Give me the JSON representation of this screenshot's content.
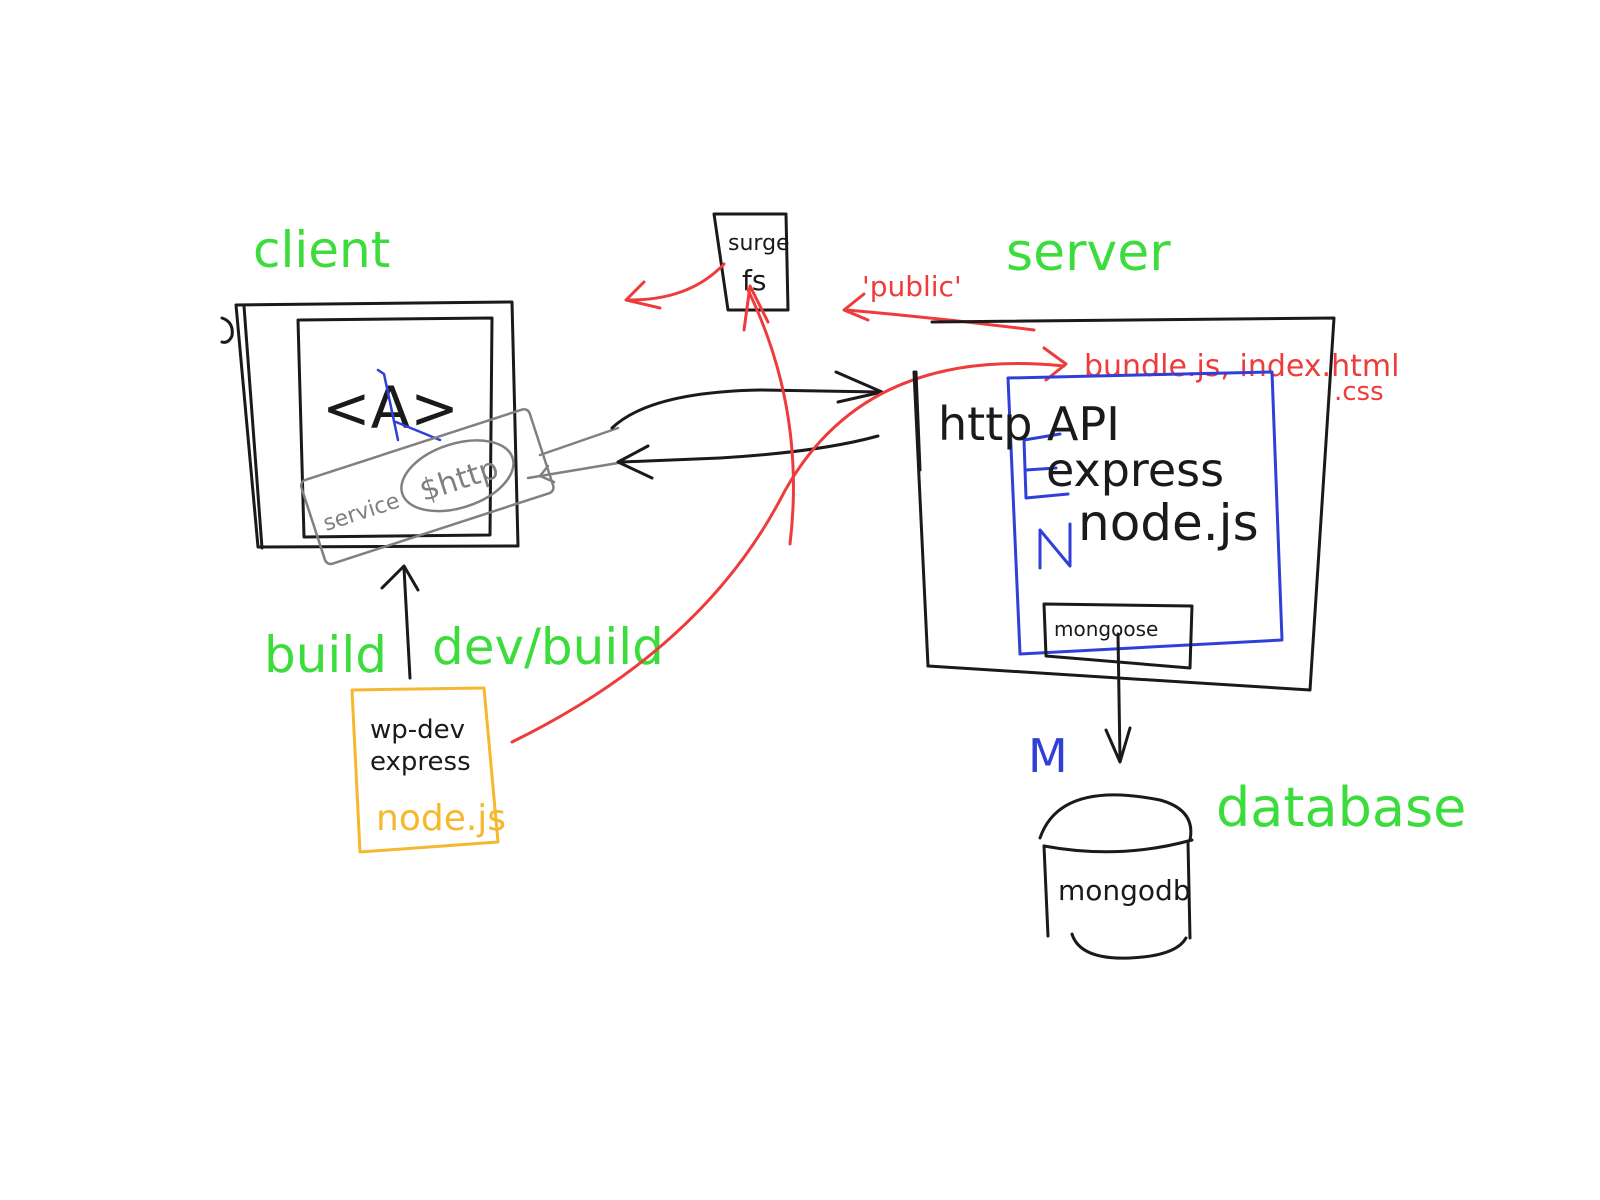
{
  "colors": {
    "background": "#ffffff",
    "ink_black": "#1a1a1a",
    "ink_green": "#3ddc3d",
    "ink_red": "#ee3b3b",
    "ink_blue": "#2f3fd8",
    "ink_gray": "#808080",
    "ink_yellow": "#f5b82e"
  },
  "labels": {
    "client": "client",
    "server": "server",
    "database": "database",
    "build": "build",
    "devbuild": "dev/build",
    "angular": "<A>",
    "service": "service",
    "http_client": "$http",
    "surge": "surge",
    "surge_fs": "fs",
    "public": "'public'",
    "bundle_files": "bundle.js, index.html",
    "css": ".css",
    "http_api": "http API",
    "express": "express",
    "express_letter": "E",
    "nodejs": "node.js",
    "node_letter": "N",
    "mongoose": "mongoose",
    "mongo_letter": "M",
    "mongodb": "mongodb",
    "wpdev": "wp-dev",
    "express_tool": "express",
    "node_tool": "node.js"
  },
  "icons": {
    "client_browser": "browser-window-icon",
    "server_box": "server-box-icon",
    "database": "database-cylinder-icon"
  }
}
